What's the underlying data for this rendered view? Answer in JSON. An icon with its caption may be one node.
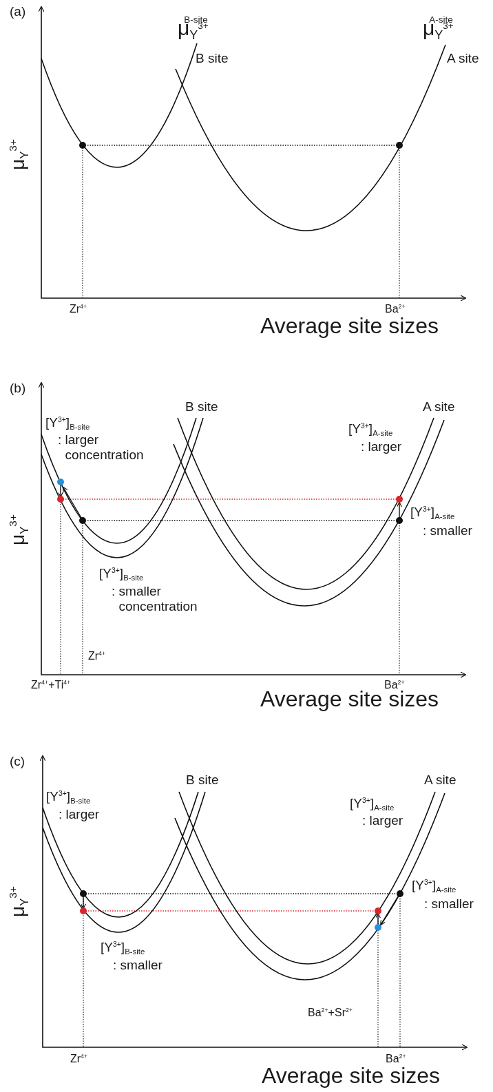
{
  "diagram": {
    "labels": [
      "(a)",
      "μ$^{B-site}$$_{Y}$$^{3+}$",
      "μ$^{A-site}$$_{Y}$$^{3+}$",
      "B site",
      "A site",
      "μ$_{Y}$$^{3+}$",
      "Zr$^{4+}$",
      "Ba$^{2+}$",
      "Average site sizes",
      "(b)",
      "B site",
      "A site",
      "[Y$^{3+}$]$_{B-site}$",
      ": larger concentration",
      "[Y$^{3+}$]$_{A-site}$",
      ": larger",
      "μ$_{Y}$$^{3+}$",
      "[Y$^{3+}$]$_{A-site}$",
      ": smaller",
      "[Y$^{3+}$]$_{B-site}$",
      ": smaller concentration",
      "Zr$^{4+}$",
      "Zr$^{4+}$+Ti$^{4+}$",
      "Ba$^{2+}$",
      "Average site sizes",
      "(c)",
      "B site",
      "A site",
      "[Y$^{3+}$]$_{B-site}$",
      ": larger",
      "[Y$^{3+}$]$_{A-site}$",
      ": larger",
      "μ$_{Y}$$^{3+}$",
      "[Y$^{3+}$]$_{A-site}$",
      ": smaller",
      "[Y$^{3+}$]$_{B-site}$",
      ": smaller",
      "Ba$^{2+}$+Sr$^{2+}$",
      "Zr$^{4+}$",
      "Ba$^{2+}$",
      "Average site sizes"
    ]
  }
}
